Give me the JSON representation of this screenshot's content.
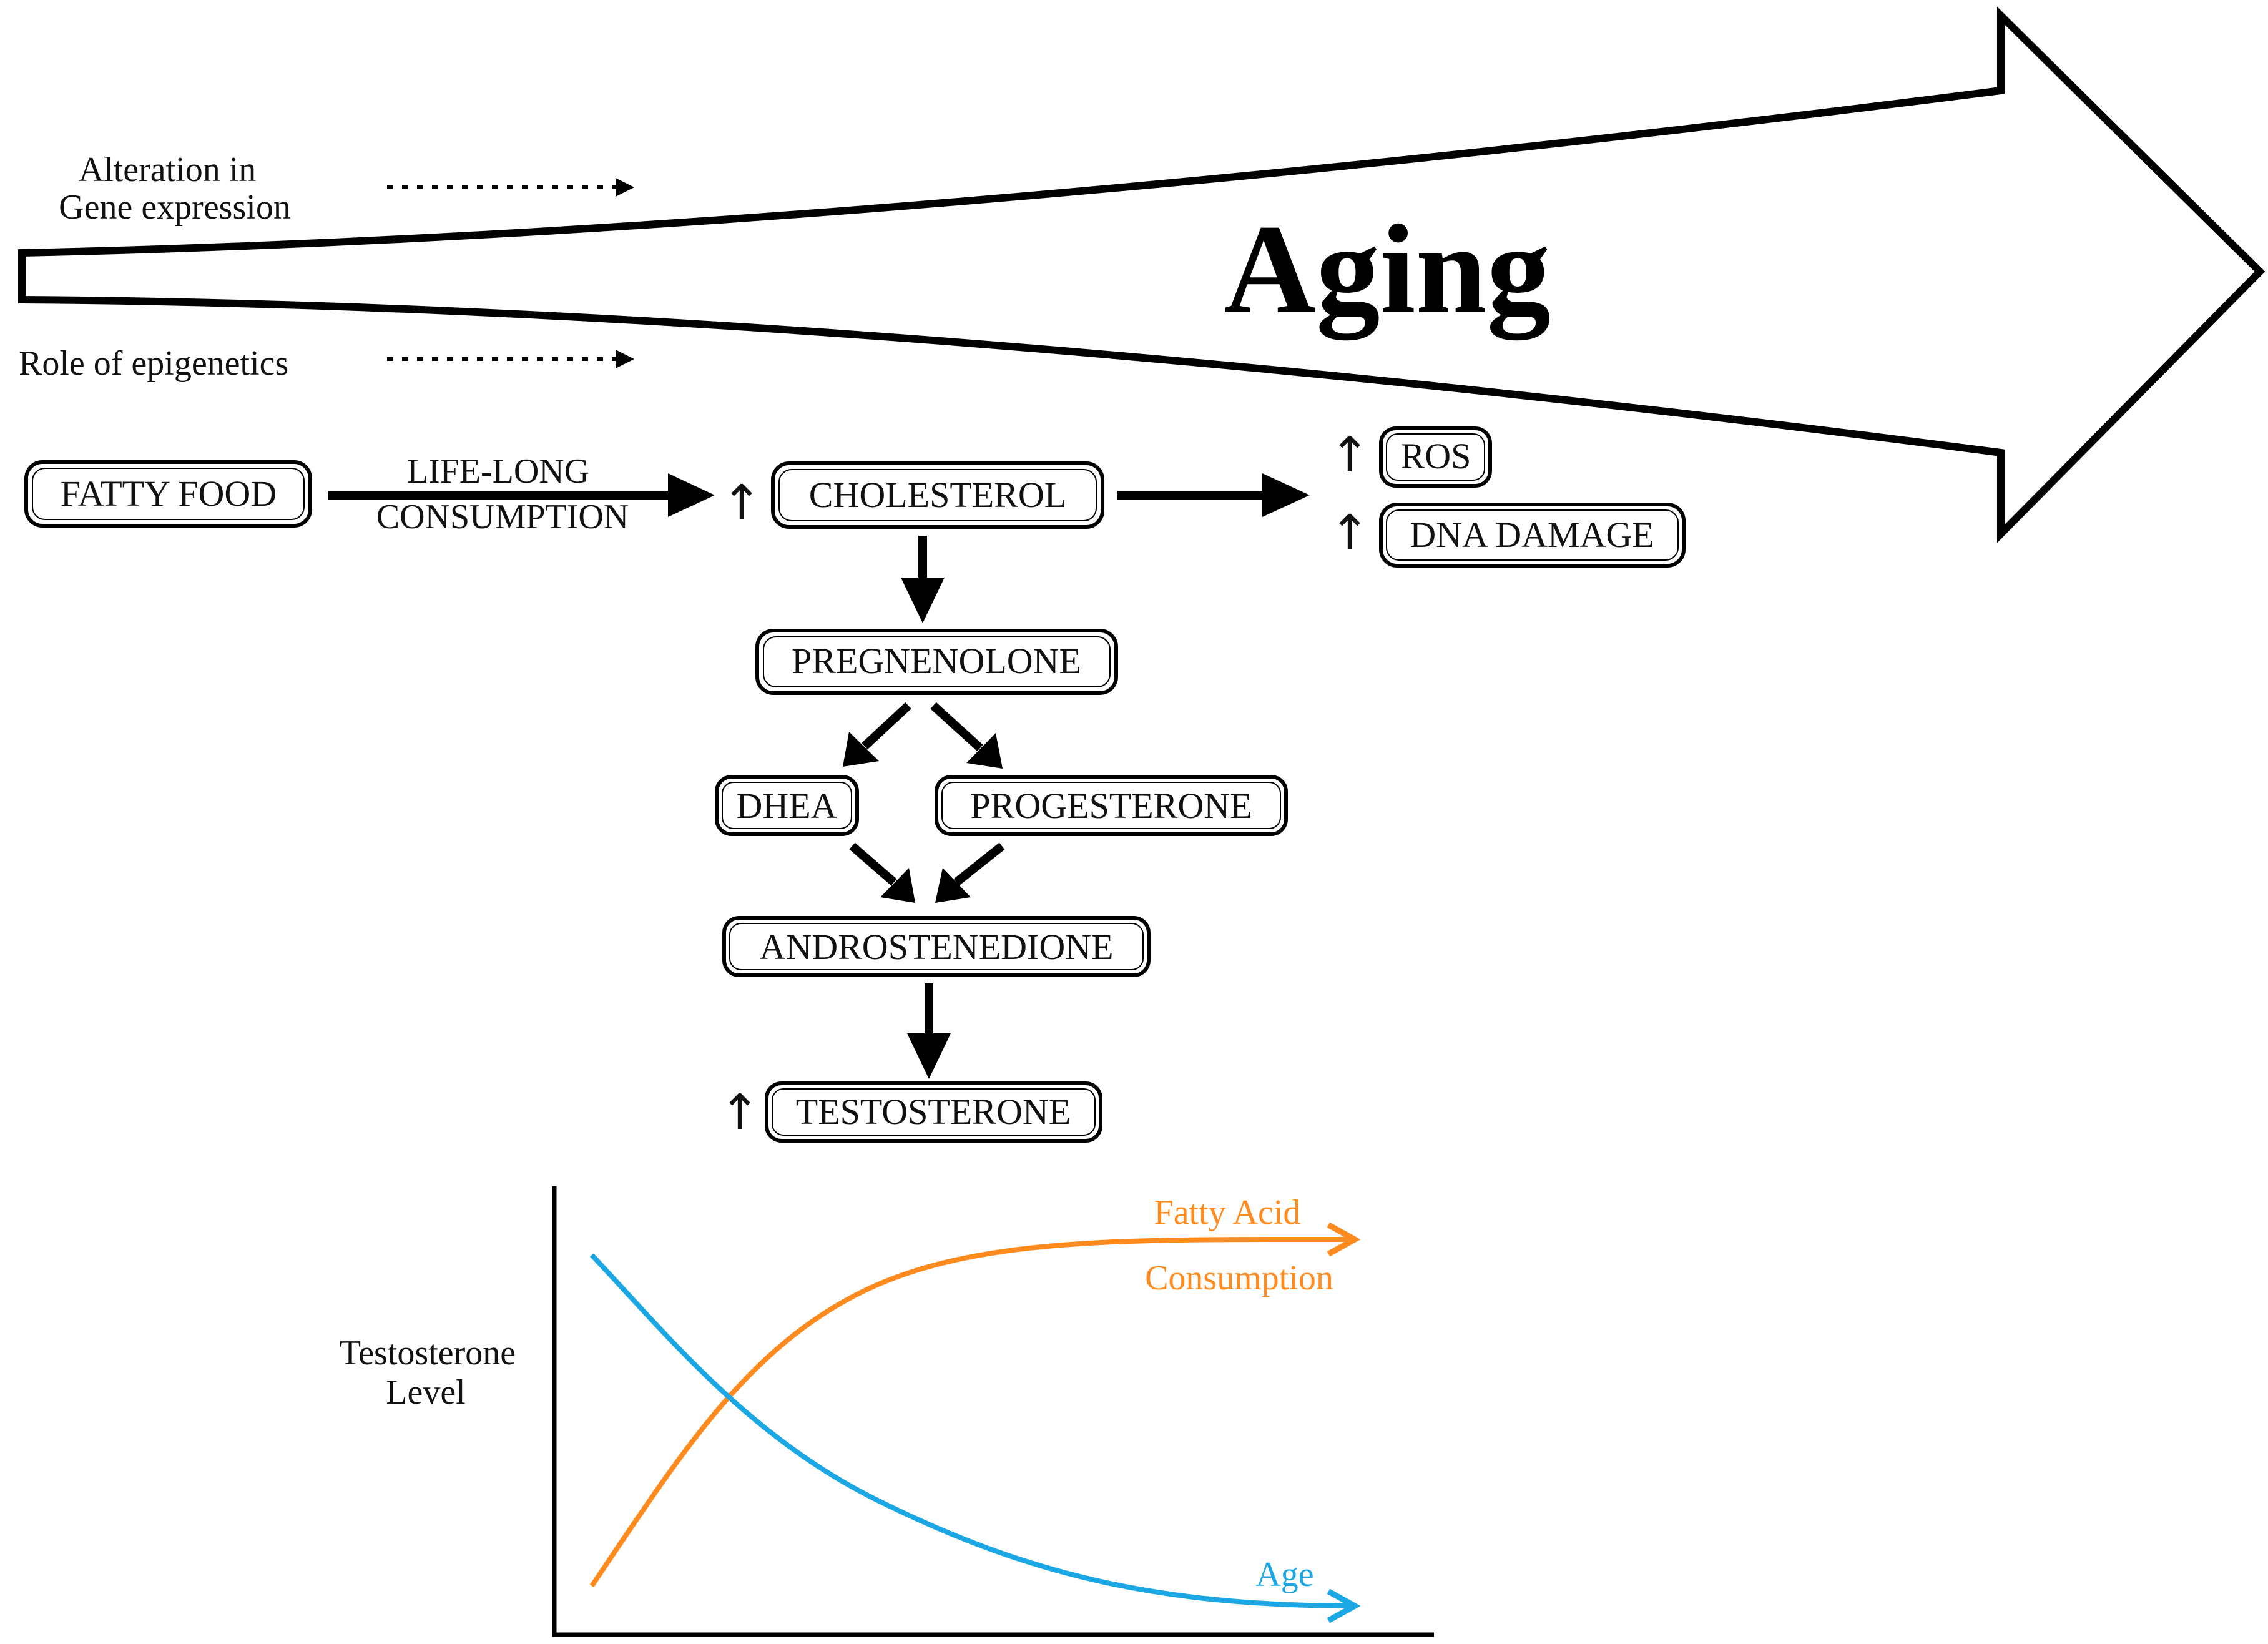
{
  "title": "Aging",
  "epigenetic_factors": [
    {
      "lines": [
        "Alteration in",
        "Gene expression"
      ]
    },
    {
      "lines": [
        "Role of epigenetics"
      ]
    }
  ],
  "nodes": {
    "fatty_food": "FATTY FOOD",
    "cholesterol": "CHOLESTEROL",
    "ros": "ROS",
    "dna_damage": "DNA DAMAGE",
    "pregnenolone": "PREGNENOLONE",
    "dhea": "DHEA",
    "progesterone": "PROGESTERONE",
    "androstenedione": "ANDROSTENEDIONE",
    "testosterone": "TESTOSTERONE"
  },
  "edge_labels": {
    "consumption": [
      "LIFE-LONG",
      "CONSUMPTION"
    ]
  },
  "increase_symbol": "↑",
  "graph": {
    "ylabel": [
      "Testosterone",
      "Level"
    ],
    "curves": [
      {
        "name_lines": [
          "Fatty Acid",
          "Consumption"
        ],
        "color": "#ff8a1e",
        "trend": "increasing"
      },
      {
        "name_lines": [
          "Age"
        ],
        "color": "#1aa7e4",
        "trend": "decreasing"
      }
    ]
  },
  "colors": {
    "fatty_acid": "#ff8a1e",
    "age": "#1aa7e4",
    "ink": "#000000"
  }
}
